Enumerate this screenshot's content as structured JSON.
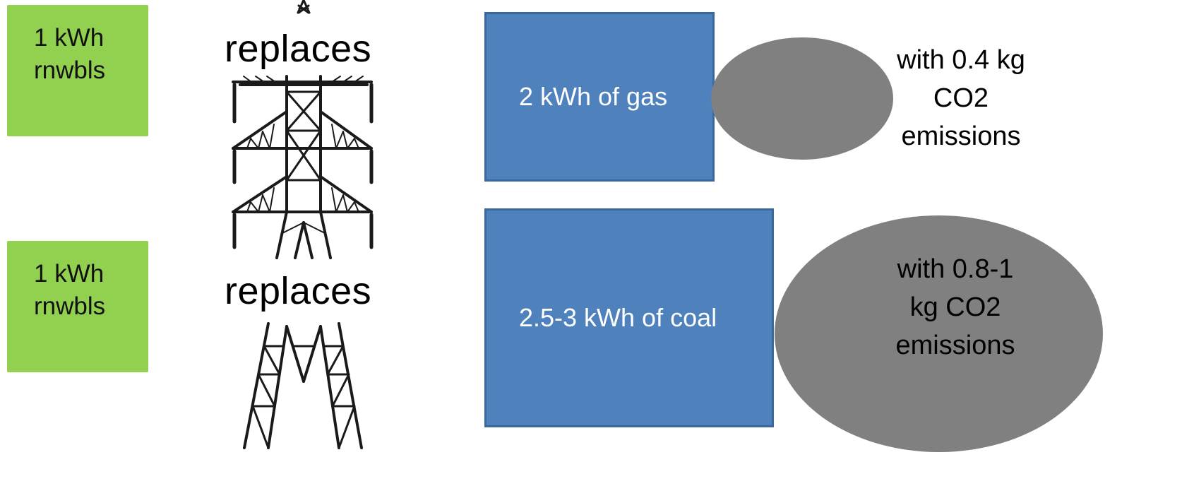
{
  "rows": [
    {
      "source": {
        "line1": "1 kWh",
        "line2": "rnwbls"
      },
      "verb": "replaces",
      "replaced": "2 kWh of gas",
      "emissions": {
        "line1": "with 0.4 kg",
        "line2": "CO2",
        "line3": "emissions"
      }
    },
    {
      "source": {
        "line1": "1 kWh",
        "line2": "rnwbls"
      },
      "verb": "replaces",
      "replaced": "2.5-3 kWh of coal",
      "emissions": {
        "line1": "with 0.8-1",
        "line2": "kg CO2",
        "line3": "emissions"
      }
    }
  ],
  "colors": {
    "renewables": "#92d050",
    "fuel": "#4f81bd",
    "emissions": "#808080"
  },
  "icons": {
    "tower": "power-transmission-tower-icon"
  }
}
